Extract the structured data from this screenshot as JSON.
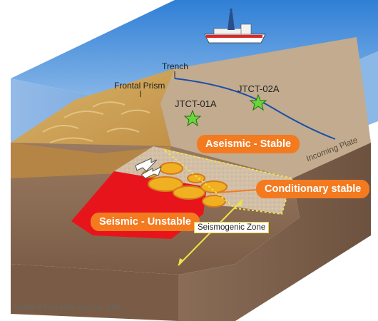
{
  "labels": {
    "trench": "Trench",
    "frontal_prism": "Frontal Prism",
    "site_1": "JTCT-01A",
    "site_2": "JTCT-02A",
    "aseismic": "Aseismic - Stable",
    "incoming_plate": "Incoming Plate",
    "conditionary": "Conditionary stable",
    "seismic": "Seismic - Unstable",
    "seismogenic_zone": "Seismogenic Zone"
  },
  "credit": "Modified from Bilek and Lay, 2002",
  "colors": {
    "ocean": "#4f8fd0",
    "prism": "#c9a05a",
    "incoming_plate": "#c2ab8f",
    "crust": "#8a6d57",
    "seismic_zone": "#e8141c",
    "label_orange": "#f47a20",
    "star": "#6bd63a",
    "trench_line": "#1a4fa8"
  },
  "icons": [
    "drill-ship-icon",
    "star-icon",
    "slip-arrows-icon"
  ]
}
